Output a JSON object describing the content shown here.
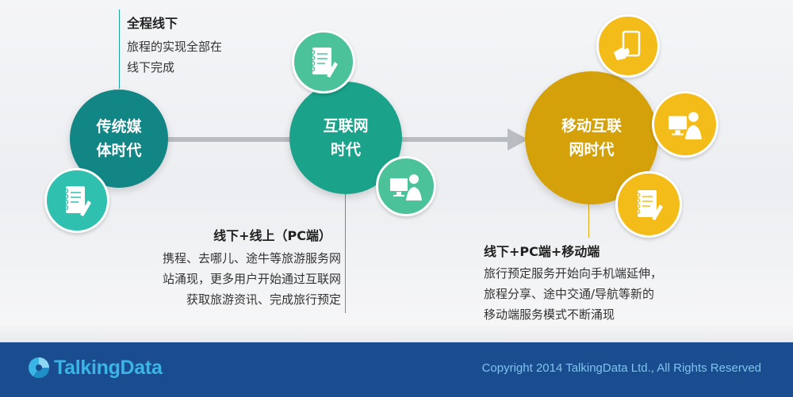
{
  "colors": {
    "era1": "#128585",
    "era2": "#1aa38a",
    "era3": "#d4a10a",
    "badge_teal": "#2fc0b0",
    "badge_green": "#4cc29a",
    "badge_yellow": "#f3bc19",
    "footer_bg": "#1a4d8f"
  },
  "eras": [
    {
      "line1": "传统媒",
      "line2": "体时代"
    },
    {
      "line1": "互联网",
      "line2": "时代"
    },
    {
      "line1": "移动互联",
      "line2": "网时代"
    }
  ],
  "badges": [
    {
      "icon": "notebook-icon"
    },
    {
      "icon": "notebook-icon"
    },
    {
      "icon": "computer-user-icon"
    },
    {
      "icon": "tablet-touch-icon"
    },
    {
      "icon": "computer-user-icon"
    },
    {
      "icon": "notebook-icon"
    }
  ],
  "descriptions": [
    {
      "title": "全程线下",
      "lines": [
        "旅程的实现全部在",
        "线下完成"
      ]
    },
    {
      "title": "线下+线上（PC端）",
      "lines": [
        "携程、去哪儿、途牛等旅游服务网",
        "站涌现，更多用户开始通过互联网",
        "获取旅游资讯、完成旅行预定"
      ]
    },
    {
      "title": "线下+PC端+移动端",
      "lines": [
        "旅行预定服务开始向手机端延伸，",
        "旅程分享、途中交通/导航等新的",
        "移动端服务模式不断涌现"
      ]
    }
  ],
  "footer": {
    "logo_text": "TalkingData",
    "copyright": "Copyright 2014 TalkingData Ltd., All Rights Reserved"
  }
}
